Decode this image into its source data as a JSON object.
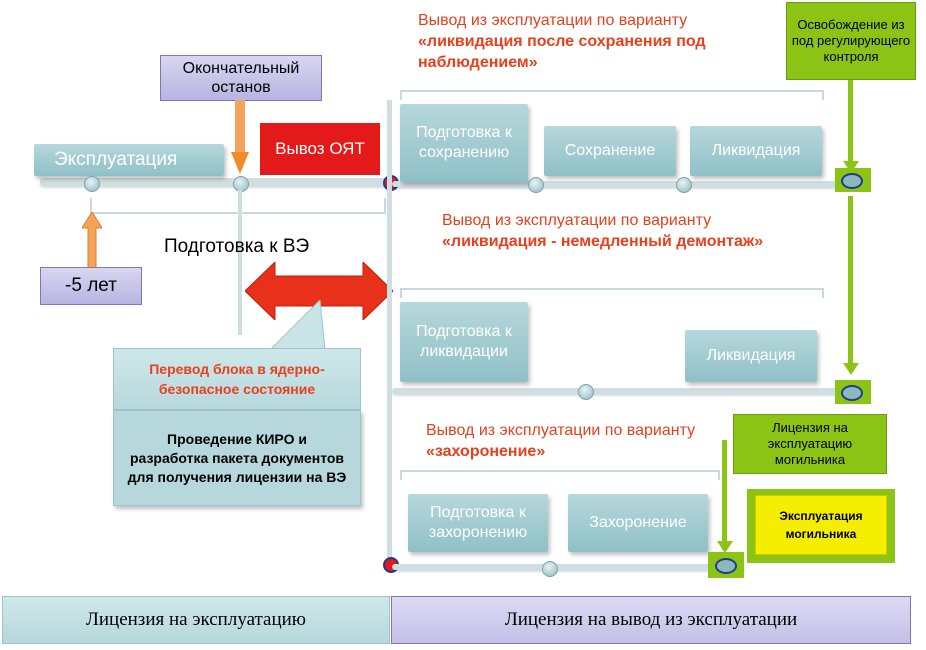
{
  "left": {
    "exploitation": "Эксплуатация",
    "final_stop": "Окончательный останов",
    "snf_removal": "Вывоз ОЯТ",
    "minus_years": "-5 лет",
    "decom_prep": "Подготовка к ВЭ",
    "transfer": "Перевод блока в ядерно-безопасное состояние",
    "kiro": "Проведение КИРО и разработка пакета документов для получения лицензии на ВЭ"
  },
  "option1": {
    "title_line": "Вывод из эксплуатации по варианту",
    "title_bold": "«ликвидация после сохранения под наблюдением»",
    "step1": "Подготовка к сохранению",
    "step2": "Сохранение",
    "step3": "Ликвидация"
  },
  "option2": {
    "title_line": "Вывод из эксплуатации по варианту",
    "title_bold": "«ликвидация - немедленный демонтаж»",
    "step1": "Подготовка к ликвидации",
    "step2": "Ликвидация"
  },
  "option3": {
    "title_line": "Вывод из эксплуатации по варианту",
    "title_bold": "«захоронение»",
    "step1": "Подготовка к захоронению",
    "step2": "Захоронение"
  },
  "right": {
    "release": "Освобождение из под регулирующего контроля",
    "repository_license": "Лицензия на эксплуатацию могильника",
    "repository_operation": "Эксплуатация могильника"
  },
  "footer": {
    "operation_license": "Лицензия на  эксплуатацию",
    "decom_license": "Лицензия на вывод из эксплуатации"
  },
  "colors": {
    "accent_red": "#e8401c",
    "teal": "#8fc0c6",
    "green": "#8bc414",
    "yellow": "#f5ee00"
  }
}
